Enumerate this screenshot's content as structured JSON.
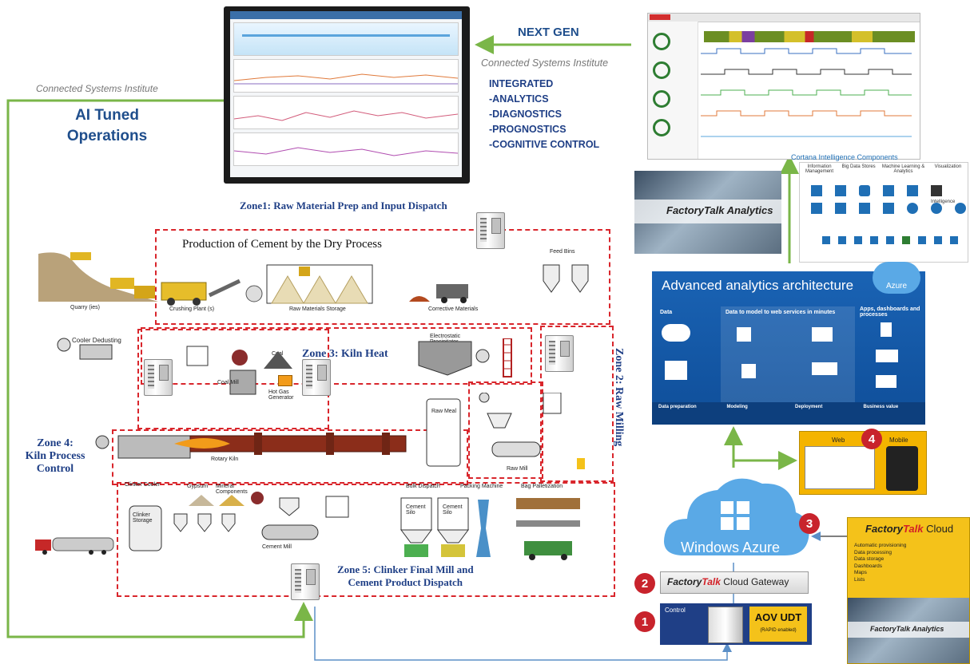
{
  "header": {
    "ai_source": "Connected Systems Institute",
    "ai_title_line1": "AI Tuned",
    "ai_title_line2": "Operations",
    "next_gen": "NEXT GEN",
    "next_source": "Connected Systems Institute",
    "capabilities": [
      "INTEGRATED",
      "-ANALYTICS",
      "-DIAGNOSTICS",
      "-PROGNOSTICS",
      "-COGNITIVE CONTROL"
    ]
  },
  "plant": {
    "zone1_title": "Zone1: Raw Material Prep and Input Dispatch",
    "process_title": "Production of Cement by the Dry Process",
    "zone2_title": "Zone 2: Raw Milling",
    "zone3_title": "Zone 3: Kiln Heat",
    "zone4_line1": "Zone 4:",
    "zone4_line2": "Kiln Process",
    "zone4_line3": "Control",
    "zone5_line1": "Zone 5: Clinker  Final Mill and",
    "zone5_line2": "Cement  Product Dispatch",
    "labels": {
      "quarry": "Quarry (ies)",
      "crushing": "Crushing Plant (s)",
      "raw_storage": "Raw Materials Storage",
      "corrective": "Corrective Materials",
      "feed_bins": "Feed Bins",
      "cooler_dedusting": "Cooler Dedusting",
      "coal": "Coal",
      "coal_mill": "Coal Mill",
      "hot_gas": "Hot Gas Generator",
      "precipitator": "Electrostatic Precipitator",
      "raw_meal": "Raw Meal",
      "raw_mill": "Raw Mill",
      "rotary_kiln": "Rotary Kiln",
      "clinker_cooler": "Clinker Cooler",
      "gypsum": "Gypsum",
      "mineral": "Mineral Components",
      "clinker_storage": "Clinker Storage",
      "cement_mill": "Cement Mill",
      "bulk_dispatch": "Bulk Dispatch",
      "packing": "Packing Machine",
      "bag_pallet": "Bag Palletization",
      "cement_silo": "Cement Silo"
    }
  },
  "cloud": {
    "cortana_title": "Cortana Intelligence Components",
    "cortana_cols": [
      "Information Management",
      "Big Data Stores",
      "Machine Learning & Analytics",
      "Visualization"
    ],
    "cortana_intel": "Intelligence",
    "ft_analytics": "FactoryTalk Analytics",
    "azure_arch_title": "Advanced analytics architecture",
    "azure_label": "Azure",
    "arch_cols": [
      "Data",
      "Data to model to web services in minutes",
      "Apps, dashboards and processes"
    ],
    "arch_footer": [
      "Data preparation",
      "Modeling",
      "Deployment",
      "Business value"
    ],
    "web_label": "Web",
    "mobile_label": "Mobile",
    "windows_azure": "Windows Azure",
    "ft_cloud_brand1": "Factory",
    "ft_cloud_brand2": "Talk",
    "ft_cloud_brand3": "Cloud",
    "ft_cloud_items": [
      "Automatic provisioning",
      "Data processing",
      "Data storage",
      "Dashboards",
      "Maps",
      "Lists"
    ],
    "gateway_brand1": "Factory",
    "gateway_brand2": "Talk",
    "gateway_brand3": "Cloud Gateway",
    "control_label": "Control",
    "aov_title": "AOV UDT",
    "aov_sub": "(RAPID enabled)",
    "badges": [
      "1",
      "2",
      "3",
      "4"
    ]
  },
  "colors": {
    "zone_red": "#d9262c",
    "green_arrow": "#7ab648",
    "navy_text": "#1f3f86",
    "azure_blue": "#1565c0",
    "badge_red": "#c8232c"
  }
}
